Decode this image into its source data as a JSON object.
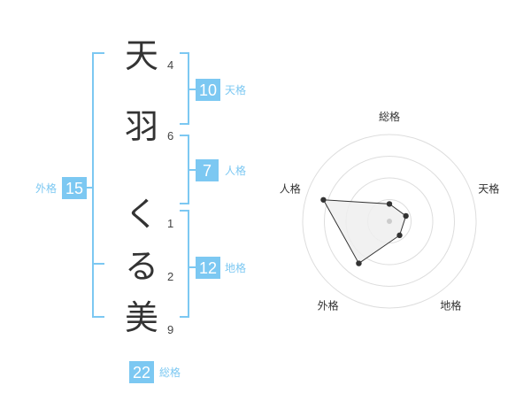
{
  "name_chars": [
    {
      "char": "天",
      "strokes": "4"
    },
    {
      "char": "羽",
      "strokes": "6"
    },
    {
      "char": "く",
      "strokes": "1"
    },
    {
      "char": "る",
      "strokes": "2"
    },
    {
      "char": "美",
      "strokes": "9"
    }
  ],
  "kakusu": {
    "tenkaku": {
      "value": "10",
      "label": "天格"
    },
    "jinkaku": {
      "value": "7",
      "label": "人格"
    },
    "chikaku": {
      "value": "12",
      "label": "地格"
    },
    "gaikaku": {
      "value": "15",
      "label": "外格"
    },
    "soukaku": {
      "value": "22",
      "label": "総格"
    }
  },
  "colors": {
    "accent": "#7cc8f2",
    "text": "#333333",
    "grid": "#dddddd",
    "fill": "#efefef"
  },
  "chart_data": {
    "type": "radar",
    "axes": [
      "総格",
      "天格",
      "地格",
      "外格",
      "人格"
    ],
    "max": 5,
    "values": [
      1,
      1,
      1,
      3,
      4
    ],
    "grid_rings": 4
  }
}
